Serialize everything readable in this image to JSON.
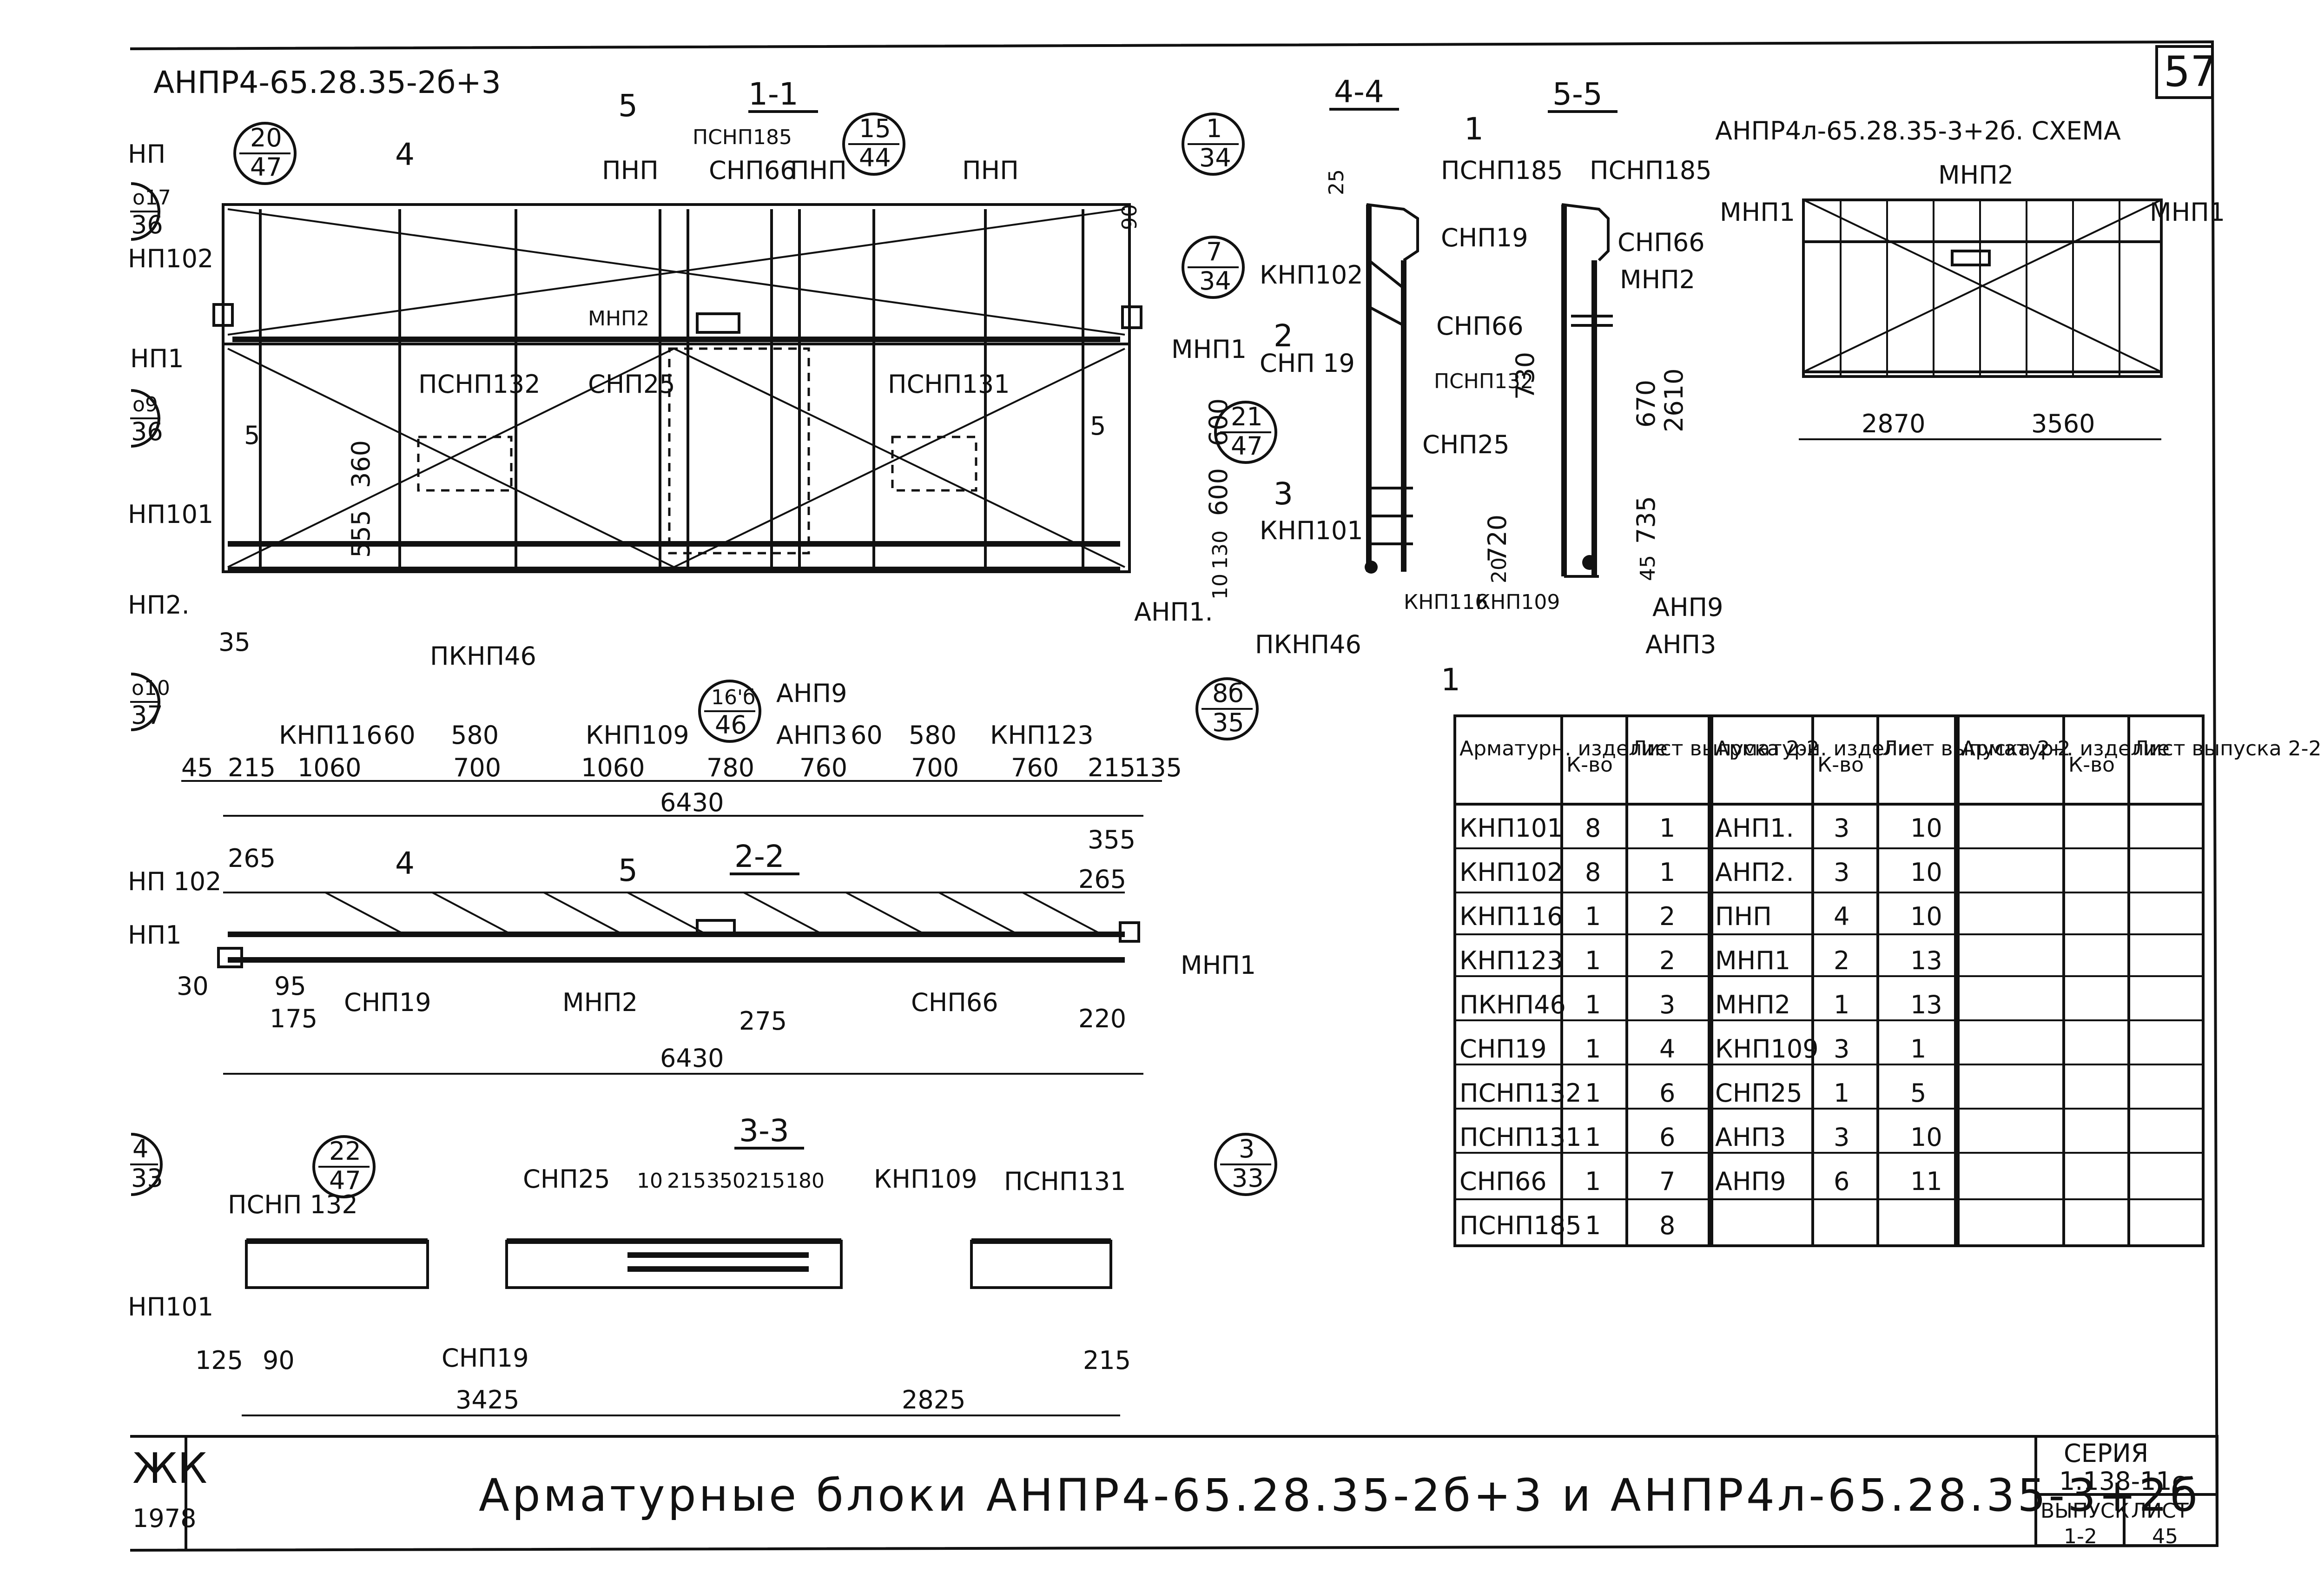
{
  "sheet_number": "57",
  "drawing_title": "АНПР4-65.28.35-2б+3",
  "scheme_title": "АНПР4л-65.28.35-3+2б. СХЕМА",
  "main_title": "Арматурные блоки АНПР4-65.28.35-2б+3 и АНПР4л-65.28.35-3+2б",
  "section_labels": [
    "1-1",
    "2-2",
    "3-3",
    "4-4",
    "5-5"
  ],
  "cut_marks": [
    "4",
    "5",
    "2",
    "3",
    "1"
  ],
  "balloons": [
    {
      "top": "20",
      "bottom": "47"
    },
    {
      "top": "15",
      "bottom": "44"
    },
    {
      "top": "1",
      "bottom": "34"
    },
    {
      "top": "7",
      "bottom": "34"
    },
    {
      "top": "21",
      "bottom": "47"
    },
    {
      "top": "16'б",
      "bottom": "46"
    },
    {
      "top": "8б",
      "bottom": "35"
    },
    {
      "top": "22",
      "bottom": "47"
    },
    {
      "top": "3",
      "bottom": "33"
    },
    {
      "top": "4",
      "bottom": "33"
    },
    {
      "top": "о17",
      "bottom": "36"
    },
    {
      "top": "о9",
      "bottom": "36"
    },
    {
      "top": "о10",
      "bottom": "37"
    }
  ],
  "labels_1_1": [
    "НП",
    "НП102",
    "НП1",
    "НП101",
    "НП2.",
    "ПНП",
    "СНП66",
    "ПНП",
    "ПНП",
    "ПСНП185",
    "МНП2",
    "МНП1",
    "ПСНП132",
    "СНП25",
    "ПСНП131",
    "ПКНП46",
    "КНП116",
    "КНП109",
    "АНП9",
    "АНП3",
    "КНП123",
    "АНП1."
  ],
  "labels_4_4": [
    "ПСНП185",
    "КНП102",
    "СНП66",
    "СНП 19",
    "ПСНП132",
    "СНП25",
    "КНП101",
    "КНП116",
    "ПКНП46"
  ],
  "labels_5_5": [
    "ПСНП185",
    "СНП19",
    "СНП66",
    "МНП2",
    "АНП9",
    "АНП3",
    "КНП109"
  ],
  "labels_2_2": [
    "НП 102",
    "НП1",
    "СНП19",
    "МНП2",
    "СНП66",
    "МНП1"
  ],
  "labels_3_3": [
    "ПСНП 132",
    "НП101",
    "СНП25",
    "КНП109",
    "ПСНП131",
    "СНП19"
  ],
  "labels_scheme": [
    "МНП1",
    "МНП2",
    "МНП1"
  ],
  "dims_1_1_chain": [
    "45",
    "215",
    "1060",
    "700",
    "1060",
    "780",
    "760",
    "700",
    "760",
    "215",
    "135"
  ],
  "dims_1_1_sub": [
    "60",
    "580",
    "60",
    "580"
  ],
  "dims_1_1_total": "6430",
  "dims_1_1_vertical": [
    "90",
    "600",
    "600",
    "130",
    "10",
    "360",
    "555",
    "5",
    "5",
    "35"
  ],
  "dims_4_4": [
    "25",
    "730",
    "720",
    "20"
  ],
  "dims_5_5": [
    "670",
    "2610",
    "735",
    "45"
  ],
  "dims_2_2": [
    "265",
    "30",
    "95",
    "175",
    "275",
    "220",
    "6430",
    "355",
    "265"
  ],
  "dims_3_3": [
    "10",
    "215",
    "350",
    "215",
    "180",
    "125",
    "90",
    "3425",
    "2825",
    "215"
  ],
  "dims_scheme": [
    "2870",
    "3560"
  ],
  "table": {
    "headers": [
      "Арматурн. изделие",
      "К-во",
      "Лист выпуска 2-2"
    ],
    "groups": [
      [
        [
          "КНП101",
          "8",
          "1"
        ],
        [
          "КНП102",
          "8",
          "1"
        ],
        [
          "КНП116",
          "1",
          "2"
        ],
        [
          "КНП123",
          "1",
          "2"
        ],
        [
          "ПКНП46",
          "1",
          "3"
        ],
        [
          "СНП19",
          "1",
          "4"
        ],
        [
          "ПСНП132",
          "1",
          "6"
        ],
        [
          "ПСНП131",
          "1",
          "6"
        ],
        [
          "СНП66",
          "1",
          "7"
        ],
        [
          "ПСНП185",
          "1",
          "8"
        ]
      ],
      [
        [
          "АНП1.",
          "3",
          "10"
        ],
        [
          "АНП2.",
          "3",
          "10"
        ],
        [
          "ПНП",
          "4",
          "10"
        ],
        [
          "МНП1",
          "2",
          "13"
        ],
        [
          "МНП2",
          "1",
          "13"
        ],
        [
          "КНП109",
          "3",
          "1"
        ],
        [
          "СНП25",
          "1",
          "5"
        ],
        [
          "АНП3",
          "3",
          "10"
        ],
        [
          "АНП9",
          "6",
          "11"
        ],
        [
          "",
          "",
          ""
        ]
      ],
      [
        [
          "",
          "",
          ""
        ],
        [
          "",
          "",
          ""
        ],
        [
          "",
          "",
          ""
        ],
        [
          "",
          "",
          ""
        ],
        [
          "",
          "",
          ""
        ],
        [
          "",
          "",
          ""
        ],
        [
          "",
          "",
          ""
        ],
        [
          "",
          "",
          ""
        ],
        [
          "",
          "",
          ""
        ],
        [
          "",
          "",
          ""
        ]
      ]
    ]
  },
  "stamp": {
    "series_label": "СЕРИЯ",
    "series_value": "1.138-11с",
    "issue_label": "ВЫПУСК",
    "issue_value": "1-2",
    "sheet_label": "ЛИСТ",
    "sheet_value": "45"
  },
  "corner_stamp": {
    "line1": "ЖК",
    "line2": "1978"
  }
}
